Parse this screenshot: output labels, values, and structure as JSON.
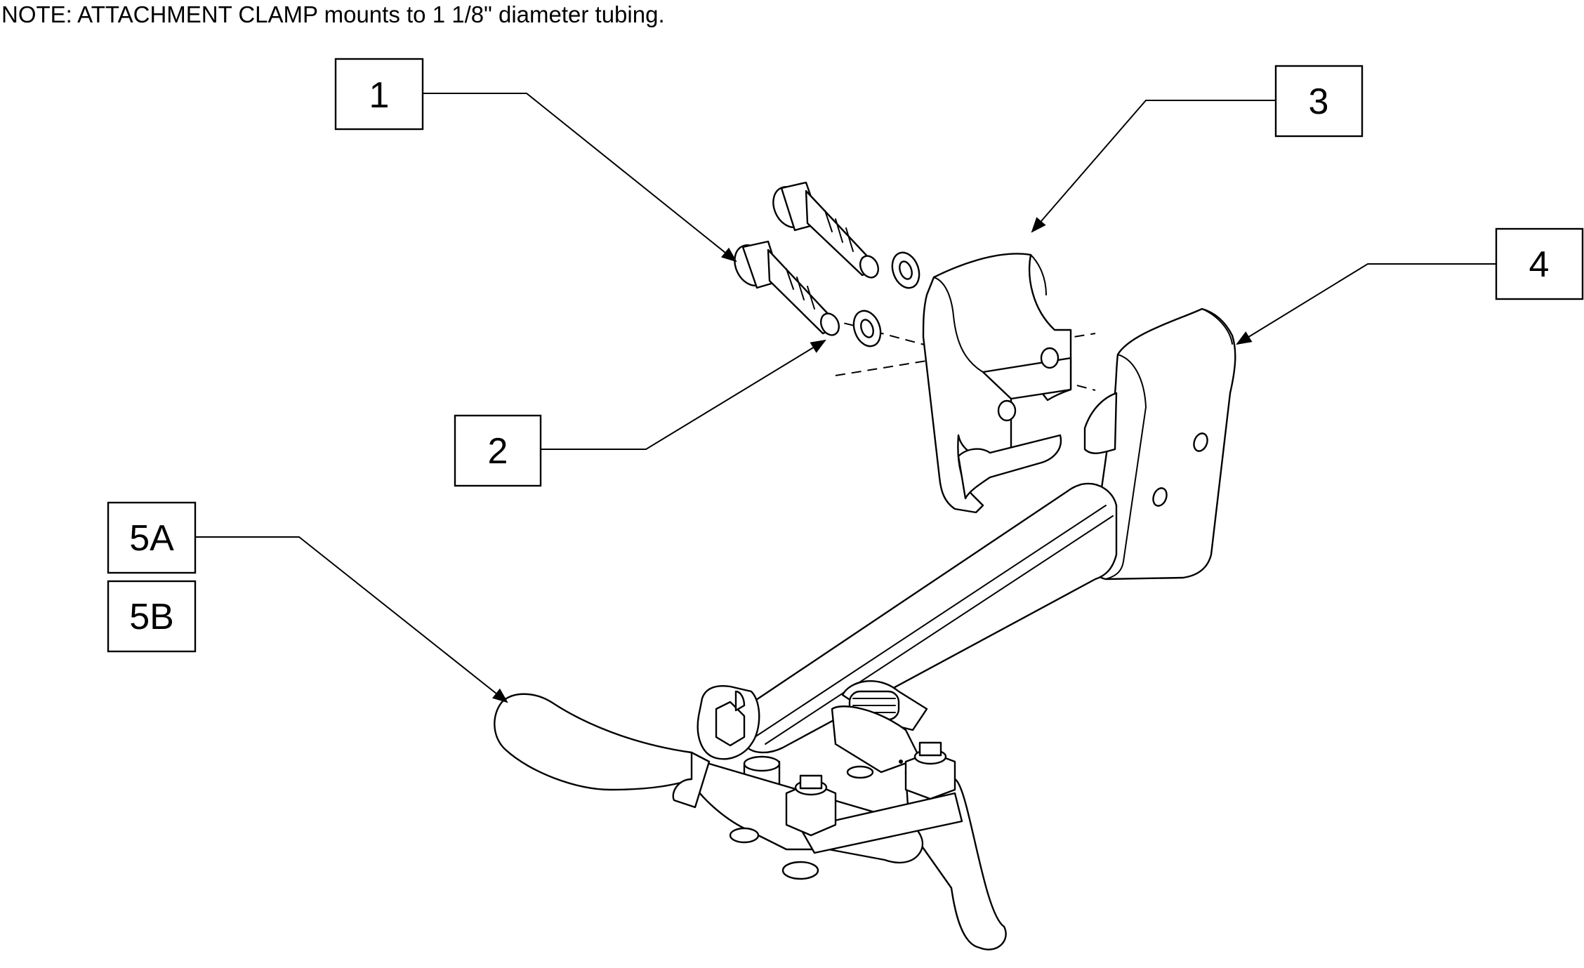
{
  "note": "NOTE: ATTACHMENT CLAMP mounts to 1 1/8\" diameter tubing.",
  "callouts": [
    {
      "id": "1",
      "label": "1"
    },
    {
      "id": "2",
      "label": "2"
    },
    {
      "id": "3",
      "label": "3"
    },
    {
      "id": "4",
      "label": "4"
    },
    {
      "id": "5a",
      "label": "5A"
    },
    {
      "id": "5b",
      "label": "5B"
    }
  ],
  "colors": {
    "line": "#000000",
    "background": "#ffffff"
  }
}
